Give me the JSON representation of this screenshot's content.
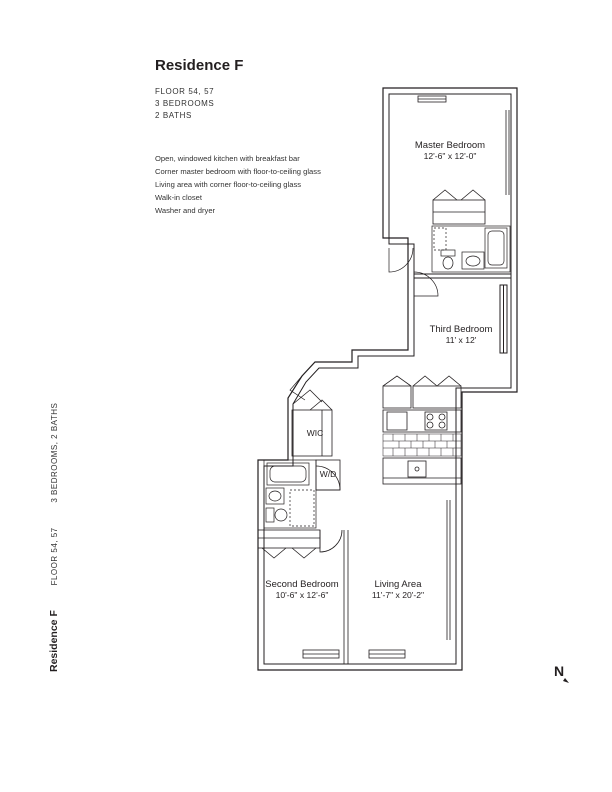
{
  "residence": {
    "title": "Residence F",
    "floors": "FLOOR 54, 57",
    "bedrooms": "3 BEDROOMS",
    "baths": "2 BATHS"
  },
  "features": [
    "Open, windowed kitchen with breakfast bar",
    "Corner master bedroom with floor-to-ceiling glass",
    "Living area with corner floor-to-ceiling glass",
    "Walk-in closet",
    "Washer and dryer"
  ],
  "side_label": {
    "name": "Residence F",
    "floors": "FLOOR 54, 57",
    "beds_baths": "3 BEDROOMS, 2 BATHS"
  },
  "rooms": {
    "master": {
      "name": "Master Bedroom",
      "dims": "12'-6\" x 12'-0\""
    },
    "third": {
      "name": "Third Bedroom",
      "dims": "11' x 12'"
    },
    "second": {
      "name": "Second Bedroom",
      "dims": "10'-6\" x 12'-6\""
    },
    "living": {
      "name": "Living Area",
      "dims": "11'-7\" x 20'-2\""
    },
    "wic": "WIC",
    "wd": "W/D"
  },
  "compass": "N"
}
